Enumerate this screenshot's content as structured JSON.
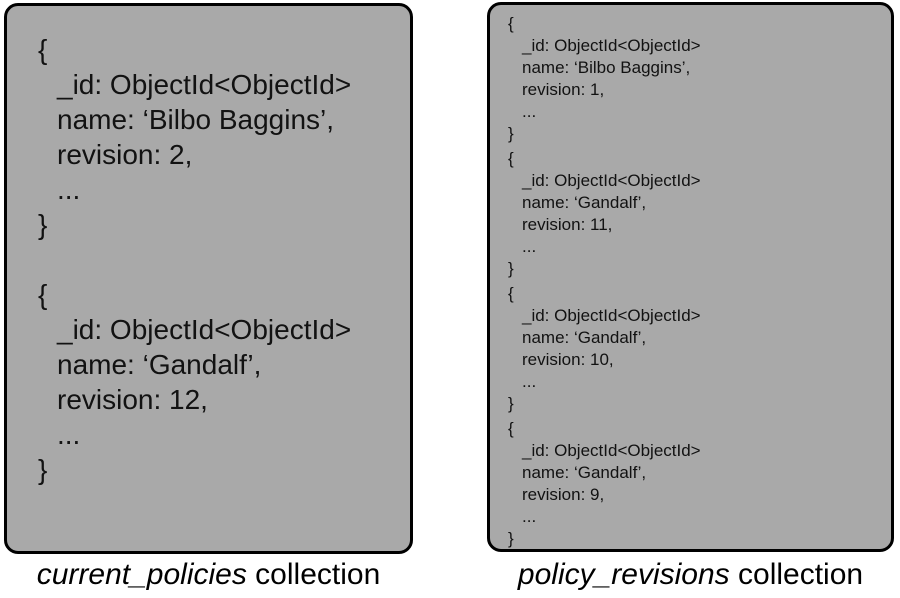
{
  "colors": {
    "panel_fill": "#a9a9a9",
    "panel_border": "#000000",
    "text": "#121212",
    "background": "#ffffff"
  },
  "left_panel": {
    "caption": {
      "italic": "current_policies",
      "regular": " collection"
    },
    "documents": [
      {
        "open": "{",
        "id": "_id: ObjectId<ObjectId>",
        "name": "name: ‘Bilbo Baggins’,",
        "revision": "revision: 2,",
        "more": "...",
        "close": "}"
      },
      {
        "open": "{",
        "id": "_id: ObjectId<ObjectId>",
        "name": "name: ‘Gandalf’,",
        "revision": "revision: 12,",
        "more": "...",
        "close": "}"
      }
    ]
  },
  "right_panel": {
    "caption": {
      "italic": "policy_revisions",
      "regular": " collection"
    },
    "documents": [
      {
        "open": "{",
        "id": "_id: ObjectId<ObjectId>",
        "name": "name: ‘Bilbo Baggins’,",
        "revision": "revision: 1,",
        "more": "...",
        "close": "}"
      },
      {
        "open": "{",
        "id": "_id: ObjectId<ObjectId>",
        "name": "name: ‘Gandalf’,",
        "revision": "revision: 11,",
        "more": "...",
        "close": "}"
      },
      {
        "open": "{",
        "id": "_id: ObjectId<ObjectId>",
        "name": "name: ‘Gandalf’,",
        "revision": "revision: 10,",
        "more": "...",
        "close": "}"
      },
      {
        "open": "{",
        "id": "_id: ObjectId<ObjectId>",
        "name": "name: ‘Gandalf’,",
        "revision": "revision: 9,",
        "more": "...",
        "close": "}"
      }
    ]
  }
}
